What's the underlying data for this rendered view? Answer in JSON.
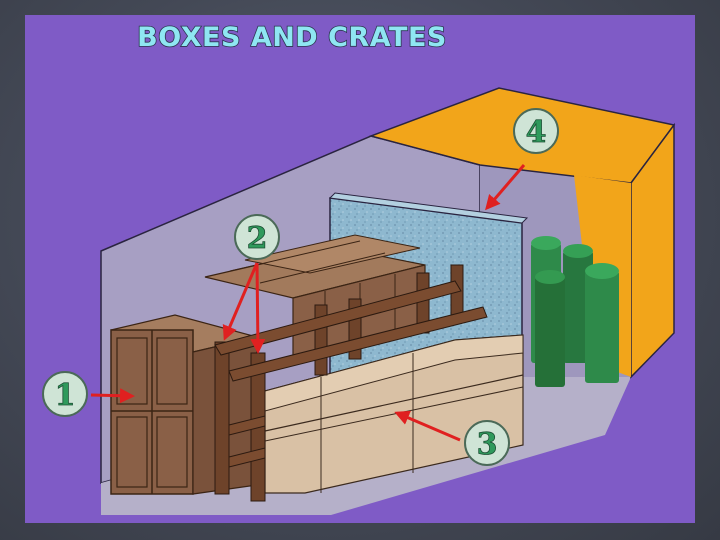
{
  "title": "BOXES AND CRATES",
  "callouts": [
    {
      "number": "1"
    },
    {
      "number": "2"
    },
    {
      "number": "3"
    },
    {
      "number": "4"
    }
  ],
  "colors": {
    "background": "#7f5bc6",
    "container_wall": "#a69fc4",
    "container_end": "#f2a51a",
    "partition": "#8eb8cf",
    "crate_wood": "#8a6047",
    "dunnage": "#6e432a",
    "box_cardboard": "#d9c1a5",
    "drums": "#2e8a4a",
    "arrows": "#e02020",
    "callout_circle": "#cfe4d6"
  }
}
